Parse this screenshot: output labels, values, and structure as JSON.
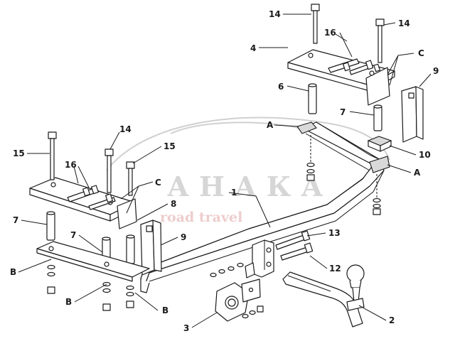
{
  "watermark": {
    "brand": "АНАКА",
    "tagline": "road travel"
  },
  "callouts": {
    "c1": "1",
    "c2": "2",
    "c3": "3",
    "c4": "4",
    "c6": "6",
    "c7a": "7",
    "c7b": "7",
    "c7c": "7",
    "c8": "8",
    "c9a": "9",
    "c9b": "9",
    "c10": "10",
    "c12": "12",
    "c13": "13",
    "c14a": "14",
    "c14b": "14",
    "c14c": "14",
    "c15a": "15",
    "c15b": "15",
    "c16a": "16",
    "c16b": "16",
    "cAa": "A",
    "cAb": "A",
    "cBa": "B",
    "cBb": "B",
    "cBc": "B",
    "cCa": "C",
    "cCb": "C"
  },
  "colors": {
    "line": "#1a1a1a",
    "watermark": "#c9c9c9"
  }
}
